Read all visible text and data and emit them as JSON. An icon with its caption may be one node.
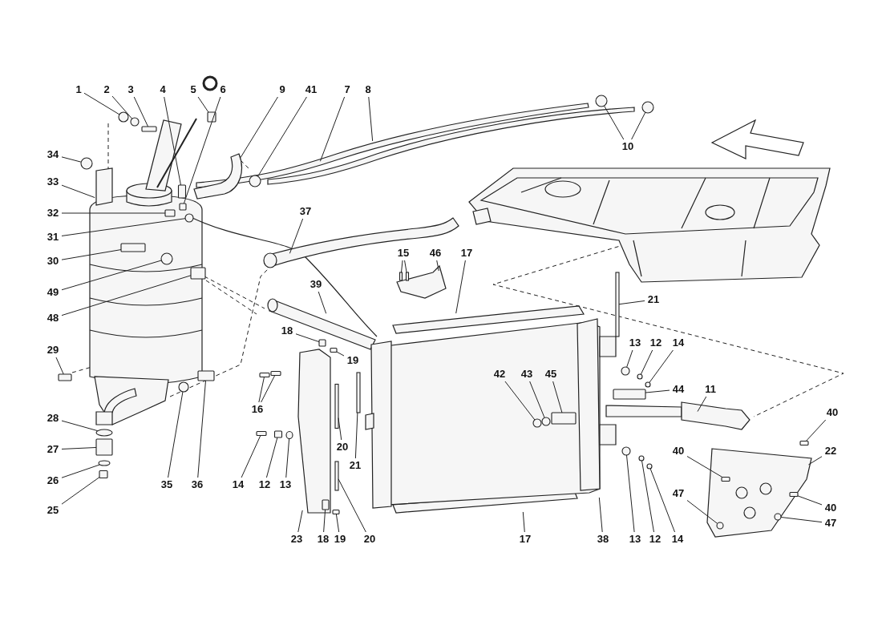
{
  "diagram": {
    "nodes": [
      {
        "text": [
          "1"
        ]
      },
      {
        "text": [
          "2"
        ]
      },
      {
        "text": [
          "3"
        ]
      },
      {
        "text": [
          "4"
        ]
      },
      {
        "text": [
          "5"
        ]
      },
      {
        "text": [
          "6"
        ]
      },
      {
        "text": [
          "9"
        ]
      },
      {
        "text": [
          "41"
        ]
      },
      {
        "text": [
          "7"
        ]
      },
      {
        "text": [
          "8"
        ]
      },
      {
        "text": [
          "10"
        ]
      },
      {
        "text": [
          "34"
        ]
      },
      {
        "text": [
          "33"
        ]
      },
      {
        "text": [
          "32"
        ]
      },
      {
        "text": [
          "31"
        ]
      },
      {
        "text": [
          "30"
        ]
      },
      {
        "text": [
          "49"
        ]
      },
      {
        "text": [
          "48"
        ]
      },
      {
        "text": [
          "29"
        ]
      },
      {
        "text": [
          "28"
        ]
      },
      {
        "text": [
          "27"
        ]
      },
      {
        "text": [
          "26"
        ]
      },
      {
        "text": [
          "25"
        ]
      },
      {
        "text": [
          "35"
        ]
      },
      {
        "text": [
          "36"
        ]
      },
      {
        "text": [
          "37"
        ]
      },
      {
        "text": [
          "39"
        ]
      },
      {
        "text": [
          "15"
        ]
      },
      {
        "text": [
          "46"
        ]
      },
      {
        "text": [
          "17"
        ]
      },
      {
        "text": [
          "18"
        ]
      },
      {
        "text": [
          "19"
        ]
      },
      {
        "text": [
          "16"
        ]
      },
      {
        "text": [
          "14"
        ]
      },
      {
        "text": [
          "12"
        ]
      },
      {
        "text": [
          "13"
        ]
      },
      {
        "text": [
          "20"
        ]
      },
      {
        "text": [
          "21"
        ]
      },
      {
        "text": [
          "20"
        ]
      },
      {
        "text": [
          "23"
        ]
      },
      {
        "text": [
          "18"
        ]
      },
      {
        "text": [
          "19"
        ]
      },
      {
        "text": [
          "17"
        ]
      },
      {
        "text": [
          "38"
        ]
      },
      {
        "text": [
          "13"
        ]
      },
      {
        "text": [
          "12"
        ]
      },
      {
        "text": [
          "14"
        ]
      },
      {
        "text": [
          "21"
        ]
      },
      {
        "text": [
          "13"
        ]
      },
      {
        "text": [
          "12"
        ]
      },
      {
        "text": [
          "14"
        ]
      },
      {
        "text": [
          "42"
        ]
      },
      {
        "text": [
          "43"
        ]
      },
      {
        "text": [
          "45"
        ]
      },
      {
        "text": [
          "44"
        ]
      },
      {
        "text": [
          "11"
        ]
      },
      {
        "text": [
          "40"
        ]
      },
      {
        "text": [
          "22"
        ]
      },
      {
        "text": [
          "40"
        ]
      },
      {
        "text": [
          "40"
        ]
      },
      {
        "text": [
          "47"
        ]
      },
      {
        "text": [
          "47"
        ]
      },
      {
        "text": [],
        "shape": "circle"
      },
      {
        "text": [],
        "shape": "circle"
      },
      {
        "text": [],
        "shape": "box"
      },
      {
        "text": [],
        "shape": "box"
      },
      {
        "text": [],
        "shape": "box"
      },
      {
        "text": [],
        "shape": "box"
      },
      {
        "text": [],
        "shape": "circle"
      },
      {
        "text": [],
        "shape": "circle"
      },
      {
        "text": [],
        "shape": "circle"
      },
      {
        "text": [],
        "shape": "circle"
      },
      {
        "text": [],
        "shape": "box"
      },
      {
        "text": [],
        "shape": "circle"
      },
      {
        "text": [],
        "shape": "box"
      },
      {
        "text": [],
        "shape": "circle"
      },
      {
        "text": [],
        "shape": "box"
      },
      {
        "text": [],
        "shape": "box"
      },
      {
        "text": [],
        "shape": "circle"
      },
      {
        "text": [],
        "shape": "box"
      },
      {
        "text": [],
        "shape": "circle"
      },
      {
        "text": [],
        "shape": "box"
      },
      {
        "text": [],
        "shape": "circle"
      },
      {
        "text": [],
        "shape": "box"
      },
      {
        "text": [],
        "shape": "bar"
      },
      {
        "text": [],
        "shape": "bar"
      },
      {
        "text": [],
        "shape": "box"
      },
      {
        "text": [],
        "shape": "box"
      },
      {
        "text": [],
        "shape": "box"
      },
      {
        "text": [],
        "shape": "box"
      },
      {
        "text": [],
        "shape": "box"
      },
      {
        "text": [],
        "shape": "box"
      },
      {
        "text": [],
        "shape": "circle"
      },
      {
        "text": [],
        "shape": "bar"
      },
      {
        "text": [],
        "shape": "bar"
      },
      {
        "text": [],
        "shape": "bar"
      },
      {
        "text": [],
        "shape": "box"
      },
      {
        "text": [],
        "shape": "box"
      },
      {
        "text": [],
        "shape": "circle"
      },
      {
        "text": [],
        "shape": "circle"
      },
      {
        "text": [],
        "shape": "circle"
      },
      {
        "text": [],
        "shape": "bar"
      },
      {
        "text": [],
        "shape": "circle"
      },
      {
        "text": [],
        "shape": "circle"
      },
      {
        "text": [],
        "shape": "circle"
      },
      {
        "text": [],
        "shape": "circle"
      },
      {
        "text": [],
        "shape": "circle"
      },
      {
        "text": [],
        "shape": "box"
      },
      {
        "text": [],
        "shape": "box"
      },
      {
        "text": [],
        "shape": "box"
      },
      {
        "text": [],
        "shape": "box"
      },
      {
        "text": [],
        "shape": "box"
      },
      {
        "text": [],
        "shape": "circle"
      },
      {
        "text": [],
        "shape": "circle"
      }
    ],
    "edges": [
      {
        "from": 0,
        "to": 62,
        "arrow": "none"
      },
      {
        "from": 1,
        "to": 63,
        "arrow": "none"
      },
      {
        "from": 2,
        "to": 64,
        "arrow": "none"
      },
      {
        "from": 3,
        "to": 65,
        "arrow": "none"
      },
      {
        "from": 4,
        "to": 66,
        "arrow": "none"
      },
      {
        "from": 5,
        "to": 67,
        "arrow": "none"
      },
      {
        "from": 6,
        "to": null,
        "arrow": "none"
      },
      {
        "from": 7,
        "to": 68,
        "arrow": "none"
      },
      {
        "from": 8,
        "to": null,
        "arrow": "none"
      },
      {
        "from": 9,
        "to": null,
        "arrow": "none"
      },
      {
        "from": 10,
        "to": 69,
        "arrow": "none"
      },
      {
        "from": 10,
        "to": 70,
        "arrow": "none"
      },
      {
        "from": 11,
        "to": 71,
        "arrow": "none"
      },
      {
        "from": 12,
        "to": null,
        "arrow": "none"
      },
      {
        "from": 13,
        "to": 72,
        "arrow": "none"
      },
      {
        "from": 14,
        "to": 73,
        "arrow": "none"
      },
      {
        "from": 15,
        "to": 74,
        "arrow": "none"
      },
      {
        "from": 16,
        "to": 75,
        "arrow": "none"
      },
      {
        "from": 17,
        "to": 76,
        "arrow": "none"
      },
      {
        "from": 18,
        "to": 77,
        "arrow": "none"
      },
      {
        "from": 19,
        "to": 78,
        "arrow": "none"
      },
      {
        "from": 20,
        "to": 79,
        "arrow": "none"
      },
      {
        "from": 21,
        "to": 80,
        "arrow": "none"
      },
      {
        "from": 22,
        "to": 81,
        "arrow": "none"
      },
      {
        "from": 23,
        "to": 82,
        "arrow": "none"
      },
      {
        "from": 24,
        "to": 83,
        "arrow": "none"
      },
      {
        "from": 25,
        "to": null,
        "arrow": "none"
      },
      {
        "from": 26,
        "to": null,
        "arrow": "none"
      },
      {
        "from": 27,
        "to": 84,
        "arrow": "none"
      },
      {
        "from": 27,
        "to": 85,
        "arrow": "none"
      },
      {
        "from": 28,
        "to": null,
        "arrow": "none"
      },
      {
        "from": 29,
        "to": null,
        "arrow": "none"
      },
      {
        "from": 30,
        "to": 86,
        "arrow": "none"
      },
      {
        "from": 31,
        "to": 87,
        "arrow": "none"
      },
      {
        "from": 32,
        "to": 88,
        "arrow": "none"
      },
      {
        "from": 32,
        "to": 89,
        "arrow": "none"
      },
      {
        "from": 33,
        "to": 90,
        "arrow": "none"
      },
      {
        "from": 34,
        "to": 91,
        "arrow": "none"
      },
      {
        "from": 35,
        "to": 92,
        "arrow": "none"
      },
      {
        "from": 36,
        "to": 93,
        "arrow": "none"
      },
      {
        "from": 37,
        "to": 94,
        "arrow": "none"
      },
      {
        "from": 38,
        "to": 95,
        "arrow": "none"
      },
      {
        "from": 39,
        "to": null,
        "arrow": "none"
      },
      {
        "from": 40,
        "to": 96,
        "arrow": "none"
      },
      {
        "from": 41,
        "to": 97,
        "arrow": "none"
      },
      {
        "from": 42,
        "to": null,
        "arrow": "none"
      },
      {
        "from": 43,
        "to": null,
        "arrow": "none"
      },
      {
        "from": 44,
        "to": 98,
        "arrow": "none"
      },
      {
        "from": 45,
        "to": 99,
        "arrow": "none"
      },
      {
        "from": 46,
        "to": 100,
        "arrow": "none"
      },
      {
        "from": 47,
        "to": 101,
        "arrow": "none"
      },
      {
        "from": 48,
        "to": 102,
        "arrow": "none"
      },
      {
        "from": 49,
        "to": 103,
        "arrow": "none"
      },
      {
        "from": 50,
        "to": 104,
        "arrow": "none"
      },
      {
        "from": 51,
        "to": 105,
        "arrow": "none"
      },
      {
        "from": 52,
        "to": 106,
        "arrow": "none"
      },
      {
        "from": 53,
        "to": 107,
        "arrow": "none"
      },
      {
        "from": 54,
        "to": 108,
        "arrow": "none"
      },
      {
        "from": 55,
        "to": null,
        "arrow": "none"
      },
      {
        "from": 56,
        "to": 109,
        "arrow": "none"
      },
      {
        "from": 57,
        "to": null,
        "arrow": "none"
      },
      {
        "from": 58,
        "to": 110,
        "arrow": "none"
      },
      {
        "from": 59,
        "to": 111,
        "arrow": "none"
      },
      {
        "from": 60,
        "to": 112,
        "arrow": "none"
      },
      {
        "from": 61,
        "to": 113,
        "arrow": "none"
      }
    ]
  }
}
